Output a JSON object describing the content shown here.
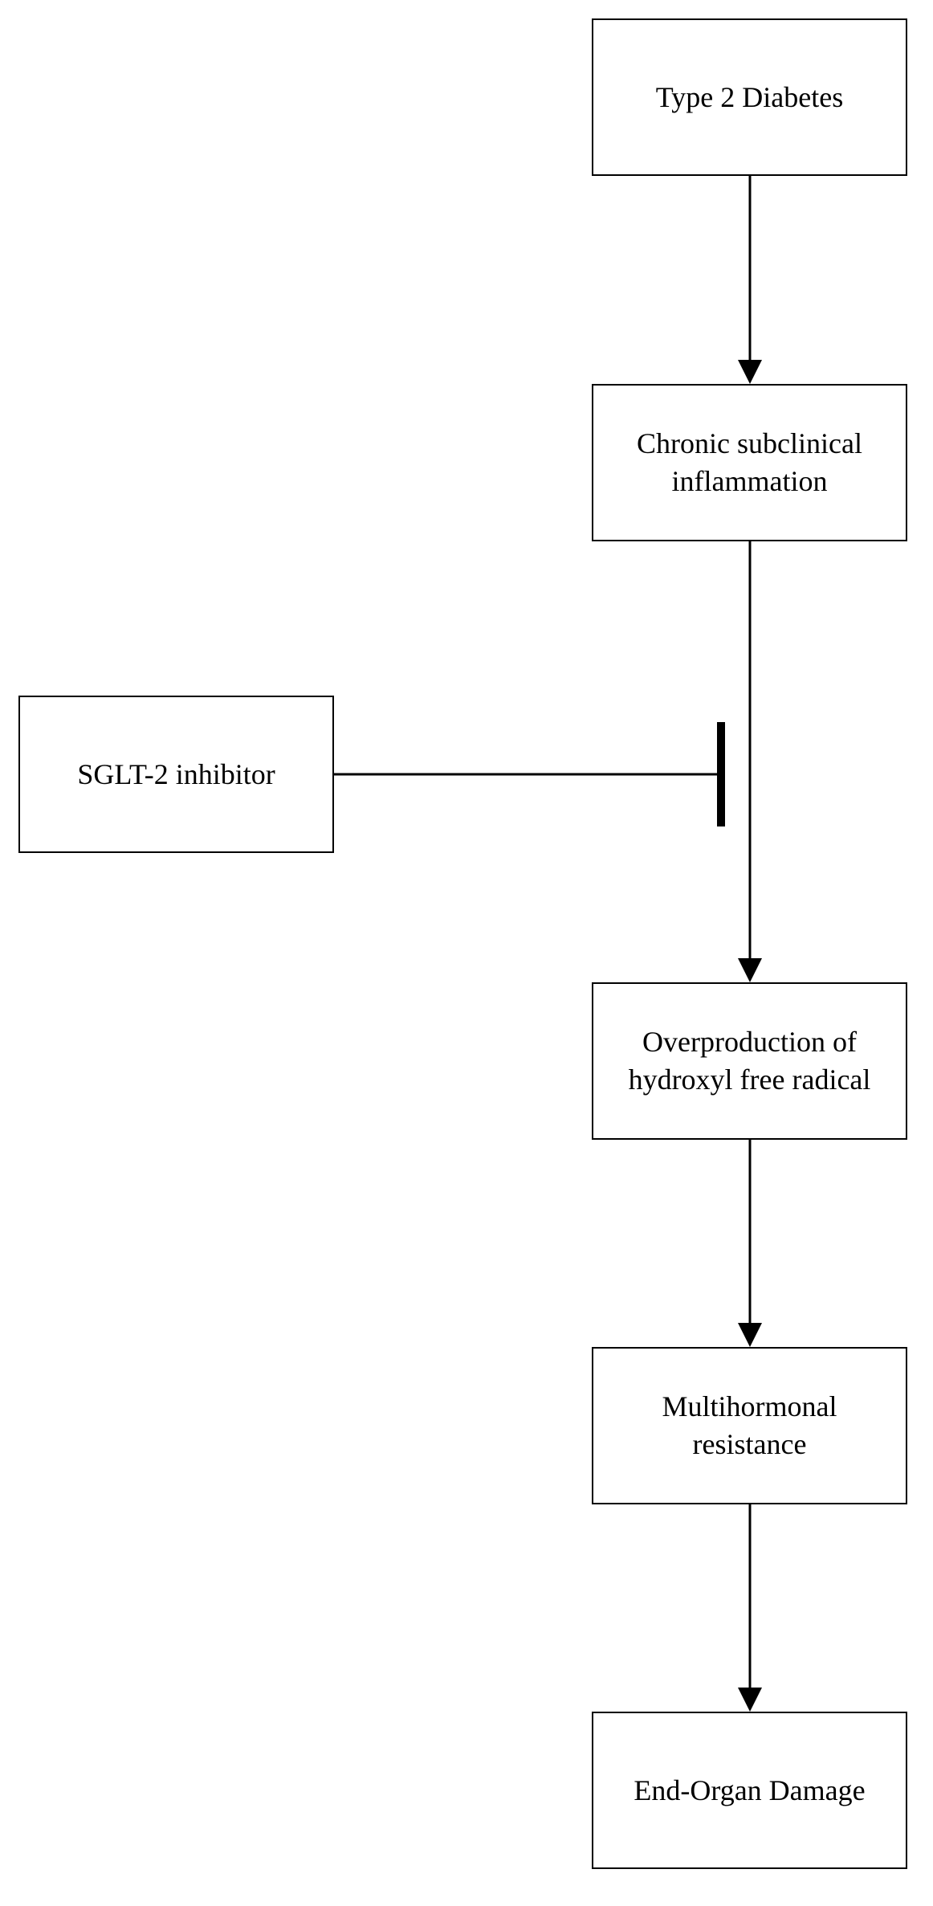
{
  "diagram": {
    "nodes": {
      "type2": {
        "label": "Type 2 Diabetes"
      },
      "inflammation": {
        "line1": "Chronic subclinical",
        "line2": "inflammation"
      },
      "sglt2": {
        "label": "SGLT-2 inhibitor"
      },
      "hydroxyl": {
        "line1": "Overproduction of",
        "line2": "hydroxyl free radical"
      },
      "multihormonal": {
        "line1": "Multihormonal",
        "line2": "resistance"
      },
      "damage": {
        "label": "End-Organ Damage"
      }
    },
    "edges": [
      {
        "from": "type2",
        "to": "inflammation",
        "type": "arrow"
      },
      {
        "from": "inflammation",
        "to": "hydroxyl",
        "type": "arrow"
      },
      {
        "from": "sglt2",
        "to": "inflammation-hydroxyl-edge",
        "type": "inhibition"
      },
      {
        "from": "hydroxyl",
        "to": "multihormonal",
        "type": "arrow"
      },
      {
        "from": "multihormonal",
        "to": "damage",
        "type": "arrow"
      }
    ],
    "colors": {
      "stroke": "#000000",
      "fill": "#ffffff"
    }
  }
}
